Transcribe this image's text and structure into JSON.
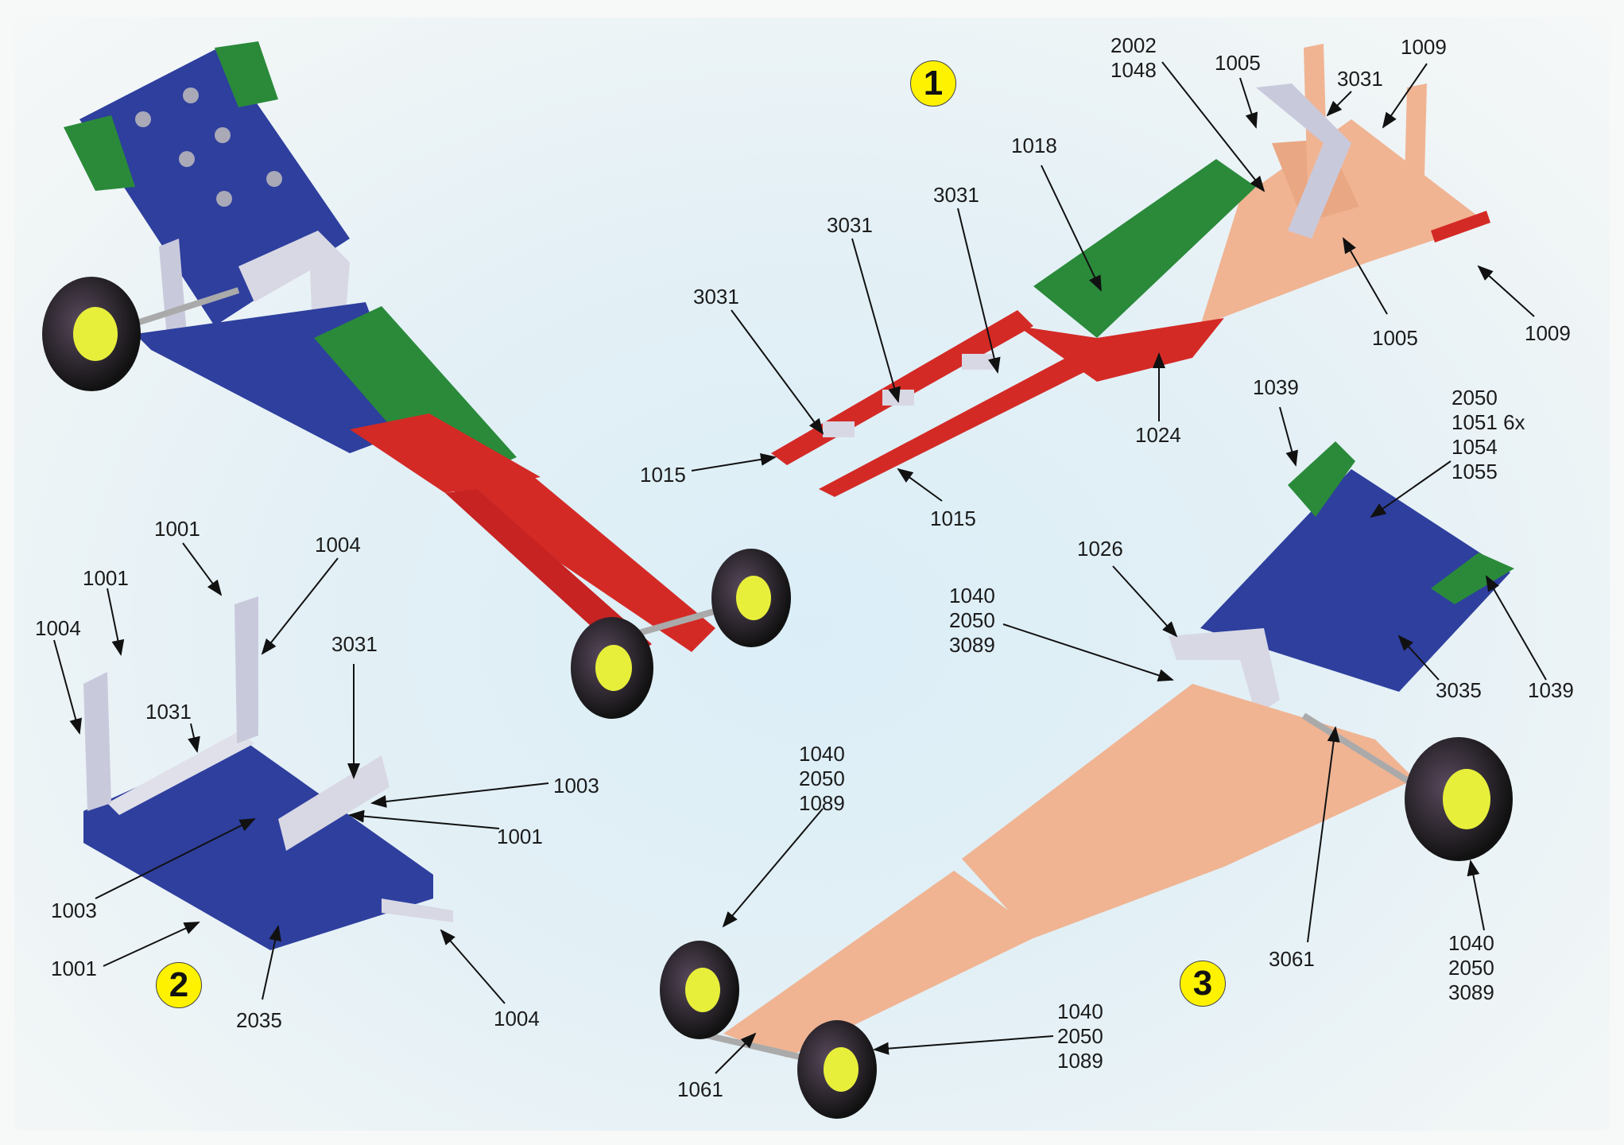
{
  "steps": [
    "1",
    "2",
    "3"
  ],
  "colors": {
    "blue": "#2e3f9e",
    "green": "#2a8a3a",
    "red": "#d42a26",
    "copper": "#f0b493",
    "silver": "#c9c9dc",
    "tyre": "#1e1e1e",
    "hub": "#e7ef3b",
    "step_badge": "#fff200"
  },
  "step1": {
    "labels": [
      "2002\n1048",
      "1005",
      "1009",
      "3031",
      "1018",
      "3031",
      "3031",
      "3031",
      "1005",
      "1009",
      "1024",
      "1015",
      "1015"
    ]
  },
  "step2": {
    "labels": [
      "1001",
      "1004",
      "1001",
      "1004",
      "3031",
      "1031",
      "1003",
      "1001",
      "1003",
      "1001",
      "2035",
      "1004"
    ]
  },
  "step3": {
    "labels": [
      "1039",
      "2050\n1051 6x\n1054\n1055",
      "1026",
      "1040\n2050\n3089",
      "3035",
      "1039",
      "1040\n2050\n1089",
      "3061",
      "1040\n2050\n3089",
      "1040\n2050\n1089",
      "1061"
    ]
  }
}
